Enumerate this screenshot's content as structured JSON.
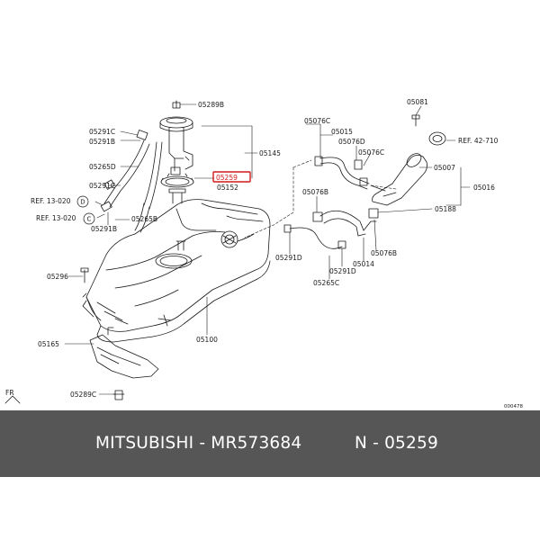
{
  "diagram": {
    "labels": {
      "l05289B": "05289B",
      "l05291C_top": "05291C",
      "l05291B_top": "05291B",
      "l05145": "05145",
      "l05265D": "05265D",
      "l05259": "05259",
      "l05152": "05152",
      "l05291C_mid": "05291C",
      "ref13020_D": "REF. 13-020",
      "ref13020_C": "REF. 13-020",
      "l05265B": "05265B",
      "l05291B_low": "05291B",
      "l05296": "05296",
      "l05165": "05165",
      "l05289C": "05289C",
      "l05100": "05100",
      "l05076C_top": "05076C",
      "l05015": "05015",
      "l05076D": "05076D",
      "l05076C_right": "05076C",
      "l05081": "05081",
      "ref42710": "REF. 42-710",
      "l05007": "05007",
      "l05016": "05016",
      "l05076B_left": "05076B",
      "l05188": "05188",
      "l05291D_left": "05291D",
      "l05291D_right": "05291D",
      "l05014": "05014",
      "l05076B_right": "05076B",
      "l05265C": "05265C",
      "fr": "FR",
      "code": "000478",
      "ring_d": "D",
      "ring_c": "C"
    }
  },
  "banner": {
    "part_label": "MITSUBISHI - MR573684",
    "ref_label": "N - 05259"
  },
  "colors": {
    "banner_bg": "#565656",
    "highlight": "#d11a1a",
    "line": "#1a1a1a"
  }
}
